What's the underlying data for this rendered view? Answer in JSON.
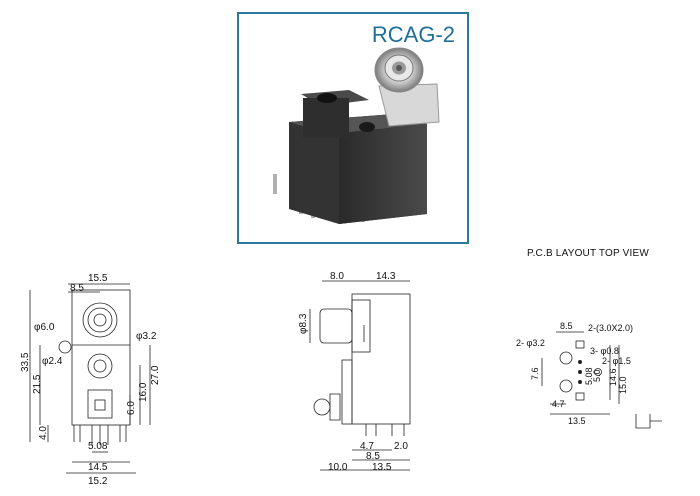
{
  "product": {
    "model": "RCAG-2",
    "pcb_caption": "P.C.B LAYOUT    TOP VIEW"
  },
  "front_view": {
    "dims": {
      "total_width_top": "15.5",
      "top_offset": "8.5",
      "overall_height": "33.5",
      "ring_dia": "φ6.0",
      "hole_dia": "φ3.2",
      "small_dia": "φ2.4",
      "left_height": "21.5",
      "right_height": "27.0",
      "mid_height": "16.0",
      "lower_height": "6.0",
      "pin_length": "4.0",
      "pin_pitch": "5.08",
      "base_width": "14.5",
      "overall_width": "15.2"
    }
  },
  "side_view": {
    "dims": {
      "top_left": "8.0",
      "top_right": "14.3",
      "jack_dia": "φ8.3",
      "pin_a": "4.7",
      "pin_b": "2.0",
      "pin_c": "8.5",
      "bottom_left": "10.0",
      "bottom_right": "13.5"
    }
  },
  "pcb_layout": {
    "dims": {
      "top_span": "8.5",
      "slot_holes": "2-(3.0X2.0)",
      "big_holes": "2- φ3.2",
      "small_holes": "3- φ0.8",
      "mid_holes": "2- φ1.5",
      "left_height": "7.6",
      "inner_a": "5.08",
      "inner_b": "5.0",
      "right_a": "14.6",
      "right_b": "15.0",
      "bottom_a": "4.7",
      "bottom_width": "13.5"
    }
  }
}
